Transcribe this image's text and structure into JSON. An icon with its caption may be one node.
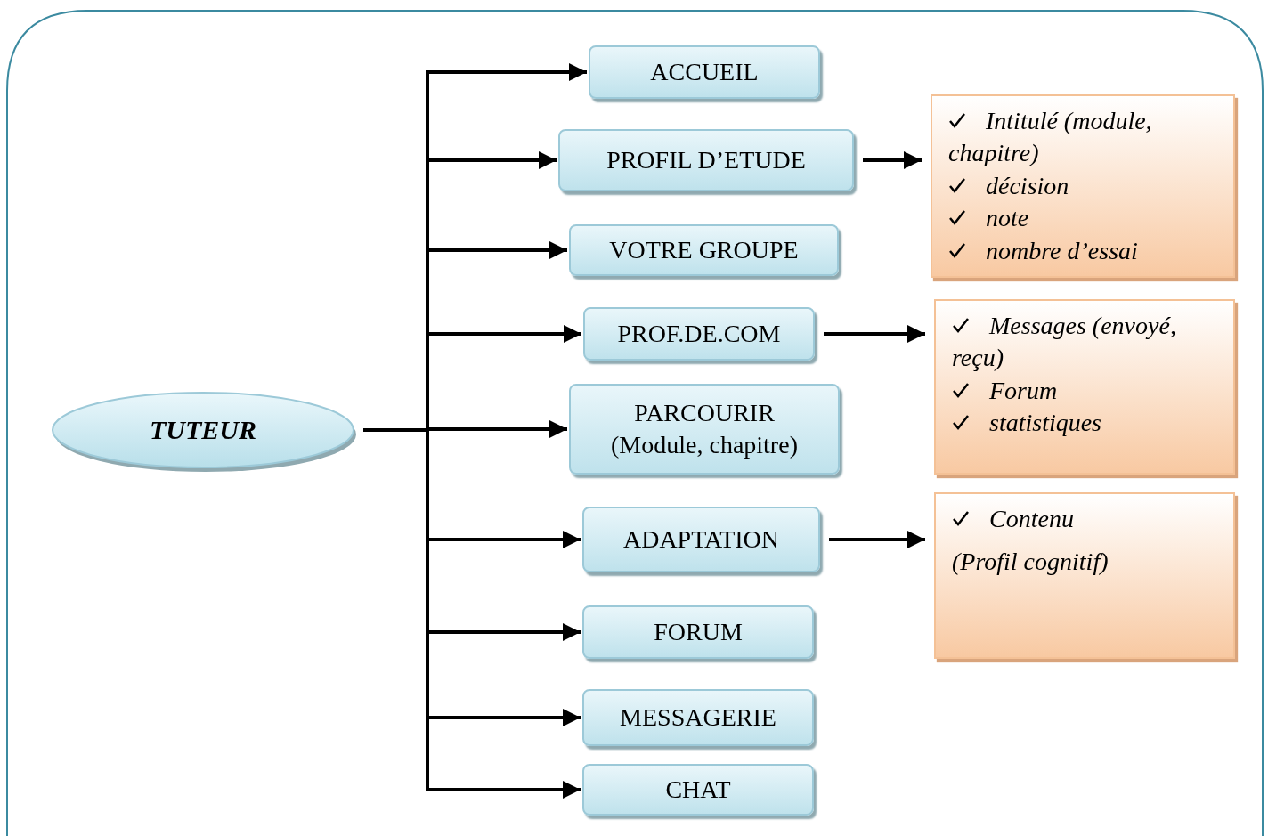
{
  "diagram": {
    "nodes": [
      {
        "text": [
          "TUTEUR"
        ]
      },
      {
        "text": [
          "ACCUEIL"
        ]
      },
      {
        "text": [
          "PROFIL D’ETUDE"
        ]
      },
      {
        "text": [
          "VOTRE GROUPE"
        ]
      },
      {
        "text": [
          "PROF.DE.COM"
        ]
      },
      {
        "text": [
          "PARCOURIR",
          "(Module, chapitre)"
        ]
      },
      {
        "text": [
          "ADAPTATION"
        ]
      },
      {
        "text": [
          "FORUM"
        ]
      },
      {
        "text": [
          "MESSAGERIE"
        ]
      },
      {
        "text": [
          "CHAT"
        ]
      },
      {
        "text": [
          "Intitulé (module, chapitre)",
          "décision",
          "note",
          "nombre d’essai"
        ]
      },
      {
        "text": [
          "Messages (envoyé, reçu)",
          "Forum",
          "statistiques"
        ]
      },
      {
        "text": [
          "Contenu",
          "(Profil cognitif)"
        ]
      }
    ],
    "edges": [
      {
        "from": 0,
        "to": 1,
        "arrow": "to"
      },
      {
        "from": 0,
        "to": 2,
        "arrow": "to"
      },
      {
        "from": 0,
        "to": 3,
        "arrow": "to"
      },
      {
        "from": 0,
        "to": 4,
        "arrow": "to"
      },
      {
        "from": 0,
        "to": 5,
        "arrow": "to"
      },
      {
        "from": 0,
        "to": 6,
        "arrow": "to"
      },
      {
        "from": 0,
        "to": 7,
        "arrow": "to"
      },
      {
        "from": 0,
        "to": 8,
        "arrow": "to"
      },
      {
        "from": 0,
        "to": 9,
        "arrow": "to"
      },
      {
        "from": 2,
        "to": 10,
        "arrow": "to"
      },
      {
        "from": 4,
        "to": 11,
        "arrow": "to"
      },
      {
        "from": 6,
        "to": 12,
        "arrow": "to"
      }
    ]
  }
}
